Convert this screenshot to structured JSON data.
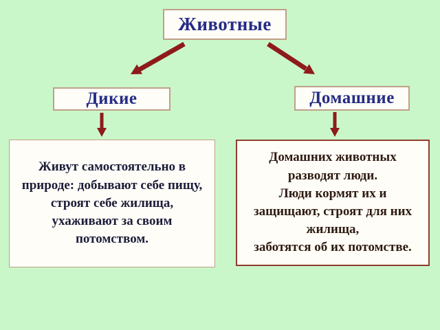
{
  "diagram": {
    "title": "Животные",
    "branches": [
      {
        "label": "Дикие",
        "description": "Живут самостоятельно в\nприроде: добывают себе пищу,\nстроят себе жилища,\nухаживают за своим\nпотомством."
      },
      {
        "label": "Домашние",
        "description": "Домашних животных\nразводят люди.\nЛюди кормят их и\nзащищают, строят для них\nжилища,\nзаботятся об их потомстве."
      }
    ]
  },
  "colors": {
    "background": "#caf7ca",
    "box_fill": "#fffdf7",
    "box_border": "#bfa088",
    "domestic_box_border": "#8e3b2e",
    "arrow": "#8e1b1b",
    "heading_text": "#252c85",
    "wild_text": "#1c1c3a",
    "domestic_text": "#2e1b12"
  }
}
